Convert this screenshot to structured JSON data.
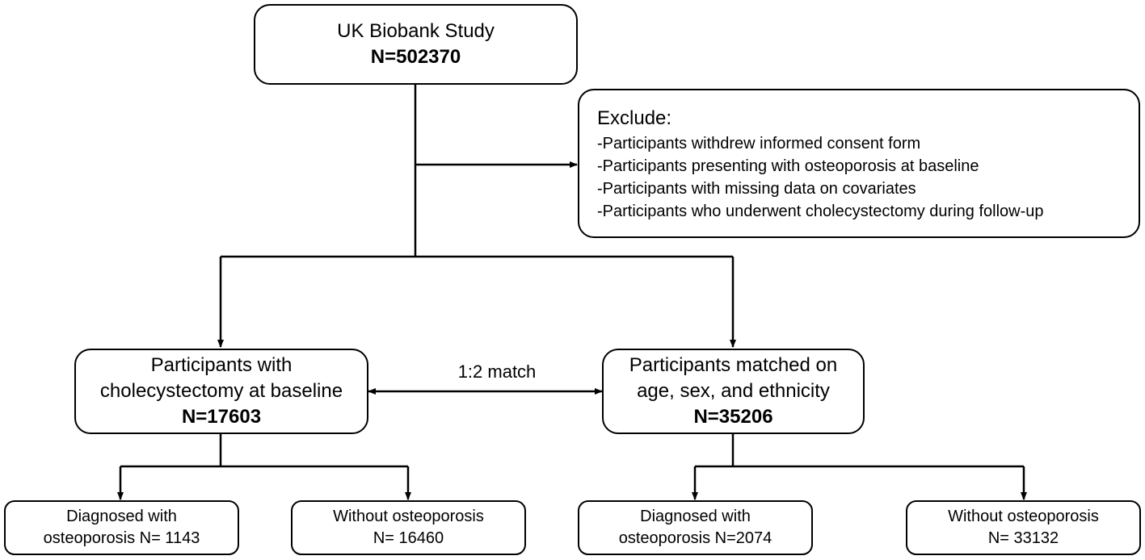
{
  "study": {
    "title": "UK Biobank Study",
    "n": "N=502370"
  },
  "exclude": {
    "title": "Exclude:",
    "items": [
      "-Participants withdrew informed consent form",
      "-Participants presenting with osteoporosis at baseline",
      "-Participants with missing data on covariates",
      "-Participants who underwent cholecystectomy during follow-up"
    ]
  },
  "match_label": "1:2 match",
  "exposed": {
    "line1": "Participants with",
    "line2": "cholecystectomy at baseline",
    "n": "N=17603"
  },
  "matched": {
    "line1": "Participants matched on",
    "line2": "age, sex, and ethnicity",
    "n": "N=35206"
  },
  "outcomes": {
    "exposed_diagnosed": {
      "line1": "Diagnosed with",
      "line2": "osteoporosis N= 1143"
    },
    "exposed_without": {
      "line1": "Without osteoporosis",
      "line2": "N= 16460"
    },
    "matched_diagnosed": {
      "line1": "Diagnosed with",
      "line2": "osteoporosis N=2074"
    },
    "matched_without": {
      "line1": "Without osteoporosis",
      "line2": "N= 33132"
    }
  }
}
